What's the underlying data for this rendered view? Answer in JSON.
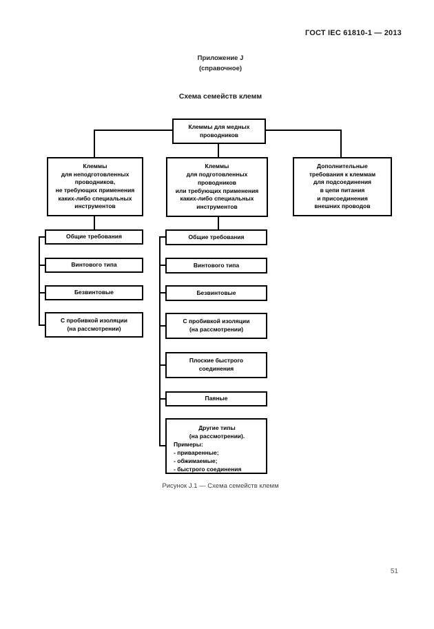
{
  "page": {
    "header": "ГОСТ IEC 61810-1 — 2013",
    "annex_title": "Приложение J",
    "annex_subtitle": "(справочное)",
    "section_title": "Схема семейств клемм",
    "caption": "Рисунок J.1 — Схема семейств клемм",
    "page_number": "51"
  },
  "diagram": {
    "root": "Клеммы для медных\nпроводников",
    "branches": [
      "Клеммы\nдля неподготовленных\nпроводников,\nне требующих применения\nкаких-либо специальных\nинструментов",
      "Клеммы\nдля подготовленных\nпроводников\nили требующих применения\nкаких-либо специальных\nинструментов",
      "Дополнительные\nтребования к клеммам\nдля подсоединения\nв цепи питания\nи присоединения\nвнешних проводов"
    ],
    "left_children": [
      "Общие требования",
      "Винтового типа",
      "Безвинтовые",
      "С пробивкой изоляции\n(на рассмотрении)"
    ],
    "middle_children": [
      "Общие требования",
      "Винтового типа",
      "Безвинтовые",
      "С пробивкой изоляции\n(на рассмотрении)",
      "Плоские быстрого\nсоединения",
      "Паяные"
    ],
    "other_types": {
      "title": "Другие типы\n(на рассмотрении).",
      "body": "Примеры:\n- приваренные;\n- обжимаемые;\n- быстрого соединения"
    }
  }
}
